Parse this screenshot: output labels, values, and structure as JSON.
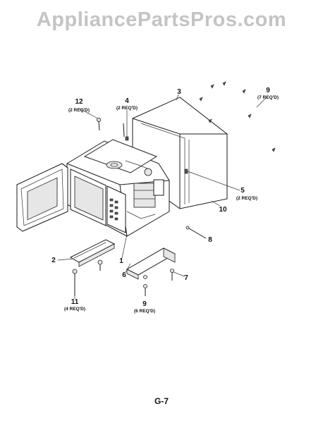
{
  "watermark": "AppliancePartsPros.com",
  "page_id": "G-7",
  "callouts": [
    {
      "id": "12",
      "num": "12",
      "qty": "(2 REQ'D)"
    },
    {
      "id": "4",
      "num": "4",
      "qty": "(2 REQ'D)"
    },
    {
      "id": "3",
      "num": "3",
      "qty": ""
    },
    {
      "id": "9top",
      "num": "9",
      "qty": "(7 REQ'D)"
    },
    {
      "id": "5",
      "num": "5",
      "qty": "(2 REQ'D)"
    },
    {
      "id": "10",
      "num": "10",
      "qty": ""
    },
    {
      "id": "8",
      "num": "8",
      "qty": ""
    },
    {
      "id": "2",
      "num": "2",
      "qty": ""
    },
    {
      "id": "1",
      "num": "1",
      "qty": ""
    },
    {
      "id": "6",
      "num": "6",
      "qty": ""
    },
    {
      "id": "7",
      "num": "7",
      "qty": ""
    },
    {
      "id": "11",
      "num": "11",
      "qty": "(4 REQ'D)"
    },
    {
      "id": "9bot",
      "num": "9",
      "qty": "(6 REQ'D)"
    }
  ]
}
